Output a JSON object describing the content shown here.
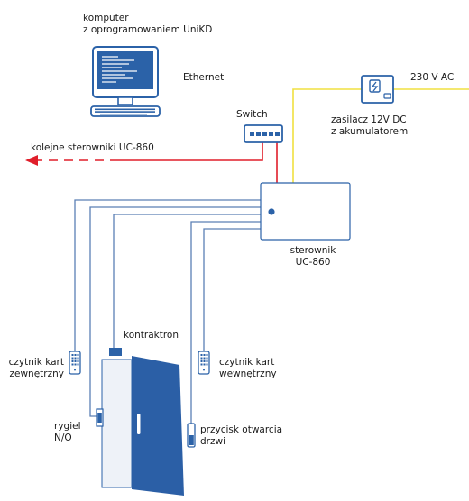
{
  "labels": {
    "computer_line1": "komputer",
    "computer_line2": "z oprogramowaniem UniKD",
    "ethernet": "Ethernet",
    "switch": "Switch",
    "power_ac": "230 V AC",
    "psu_line1": "zasilacz 12V DC",
    "psu_line2": "z akumulatorem",
    "more_controllers": "kolejne sterowniki UC-860",
    "controller_line1": "sterownik",
    "controller_line2": "UC-860",
    "contact_sensor": "kontraktron",
    "reader_ext_line1": "czytnik kart",
    "reader_ext_line2": "zewnętrzny",
    "reader_int_line1": "czytnik kart",
    "reader_int_line2": "wewnętrzny",
    "lock_line1": "rygiel",
    "lock_line2": "N/O",
    "exit_button_line1": "przycisk otwarcia",
    "exit_button_line2": "drzwi"
  },
  "colors": {
    "device_blue": "#2b62a8",
    "device_fill": "#ffffff",
    "wire_blue": "#5b7fb5",
    "wire_red": "#e01e2a",
    "wire_yellow": "#f0e040",
    "door_blue": "#2b5fa6",
    "frame_fill": "#eef2f8",
    "screen_fill": "#2b62a8"
  },
  "icons": {
    "computer": "desktop-computer-icon",
    "switch": "network-switch-icon",
    "psu": "power-supply-icon",
    "controller": "controller-box-icon",
    "reader": "card-reader-icon",
    "door": "door-icon",
    "lock": "bolt-lock-icon",
    "button": "exit-button-icon"
  }
}
